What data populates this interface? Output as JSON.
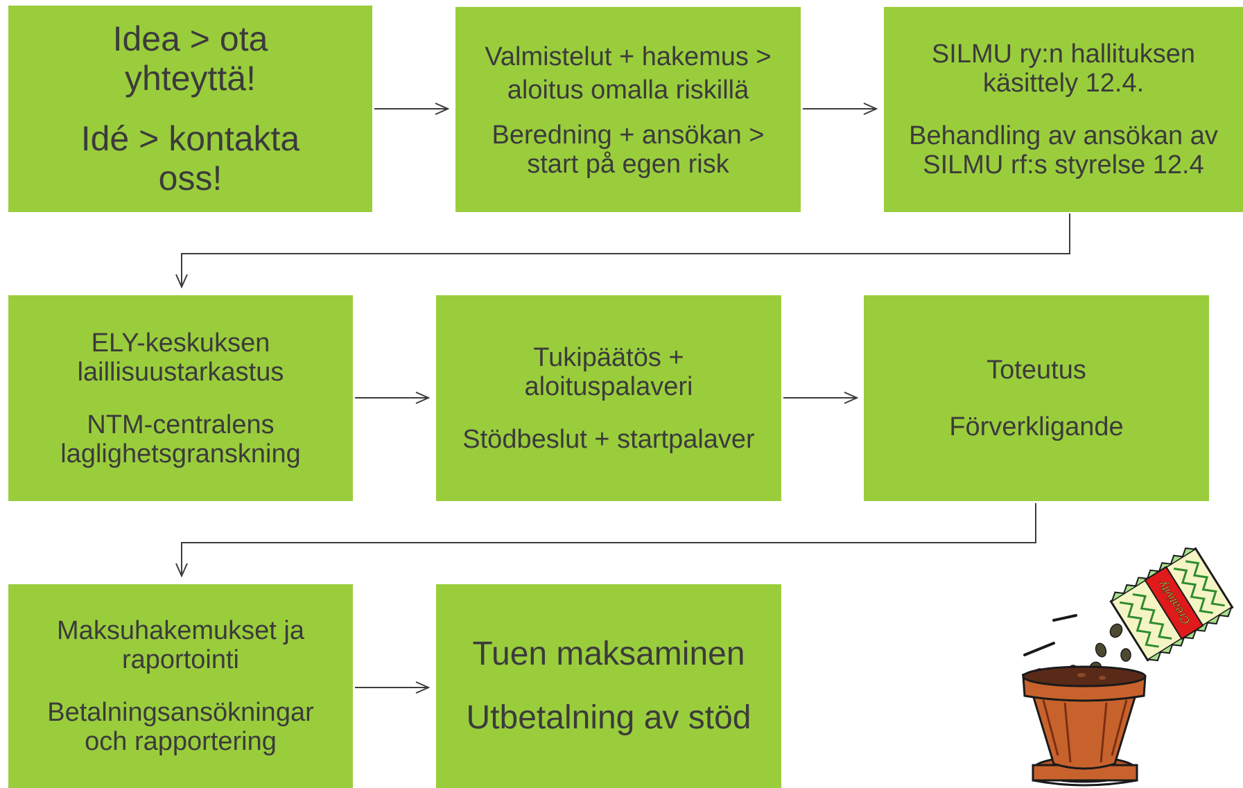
{
  "steps": [
    {
      "fi": "Idea > ota\nyhteyttä!",
      "sv": "Idé > kontakta\noss!"
    },
    {
      "fi": "Valmistelut + hakemus >\naloitus omalla riskillä",
      "sv": "Beredning + ansökan >\nstart på egen risk"
    },
    {
      "fi": "SILMU ry:n hallituksen\nkäsittely 12.4.",
      "sv": "Behandling av ansökan av\nSILMU rf:s styrelse 12.4"
    },
    {
      "fi": "ELY-keskuksen\nlaillisuustarkastus",
      "sv": "NTM-centralens\nlaglighetsgranskning"
    },
    {
      "fi": "Tukipäätös +\naloituspalaveri",
      "sv": "Stödbeslut + startpalaver"
    },
    {
      "fi": "Toteutus",
      "sv": "Förverkligande"
    },
    {
      "fi": "Maksuhakemukset ja\nraportointi",
      "sv": "Betalningsansökningar\noch rapportering"
    },
    {
      "fi": "Tuen maksaminen",
      "sv": "Utbetalning av stöd"
    }
  ],
  "clipart": {
    "packet_label": "Creativity"
  },
  "colors": {
    "box": "#9acd3c",
    "text": "#3b3b3b",
    "arrow": "#3b3b3b",
    "pot": "#c8622c",
    "packet": "#d81c1c"
  }
}
